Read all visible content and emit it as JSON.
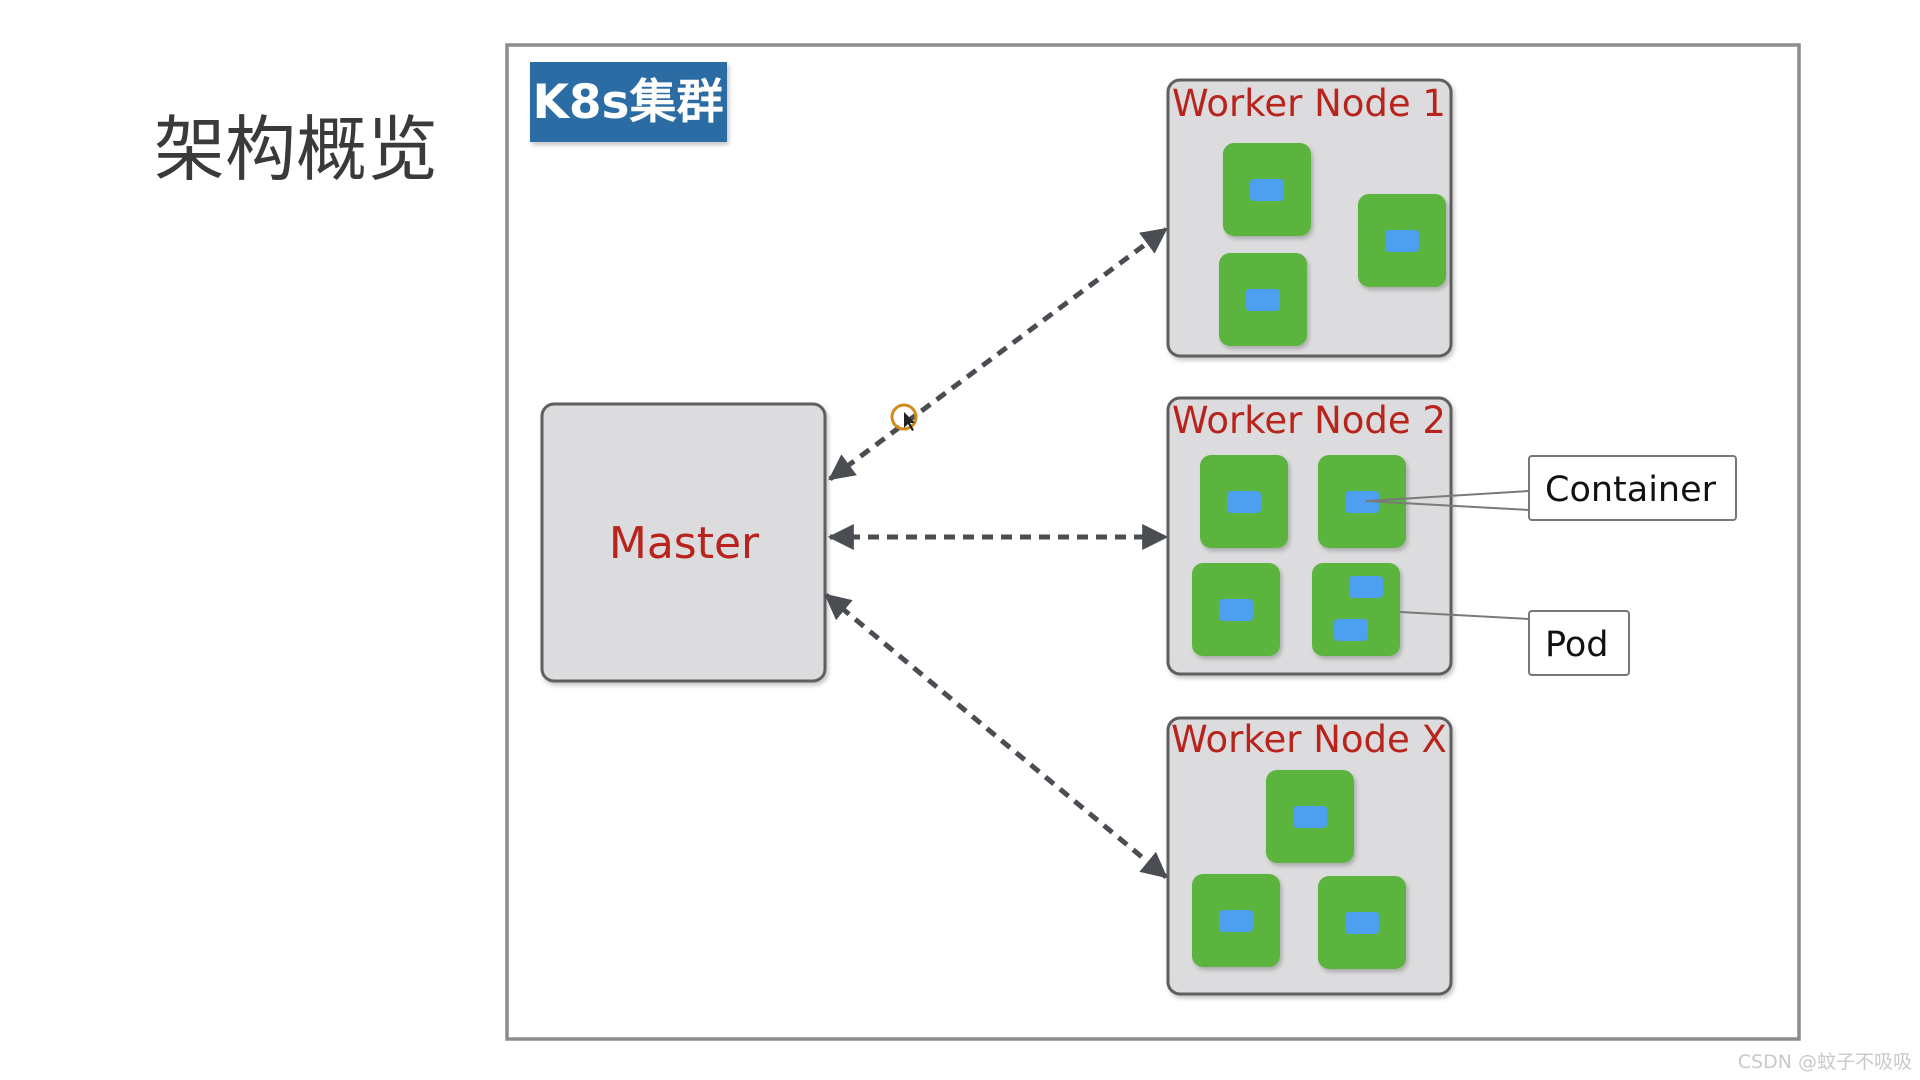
{
  "page": {
    "title": "架构概览",
    "watermark": "CSDN @蚊子不吸吸"
  },
  "cluster": {
    "label": "K8s集群",
    "label_color": "#2b6ca3"
  },
  "master": {
    "label": "Master"
  },
  "worker_nodes": [
    {
      "label": "Worker Node 1",
      "pod_count": 3,
      "containers_per_pod": [
        1,
        1,
        1
      ]
    },
    {
      "label": "Worker Node 2",
      "pod_count": 4,
      "containers_per_pod": [
        1,
        1,
        1,
        2
      ]
    },
    {
      "label": "Worker Node X",
      "pod_count": 3,
      "containers_per_pod": [
        1,
        1,
        1
      ]
    }
  ],
  "callouts": {
    "container": "Container",
    "pod": "Pod"
  },
  "colors": {
    "node_fill": "#dcdcde",
    "node_border": "#5e5e5e",
    "pod_fill": "#5ab43c",
    "container_fill": "#4d9ff0",
    "label_red": "#b8231c",
    "connector": "#4a4d52"
  }
}
